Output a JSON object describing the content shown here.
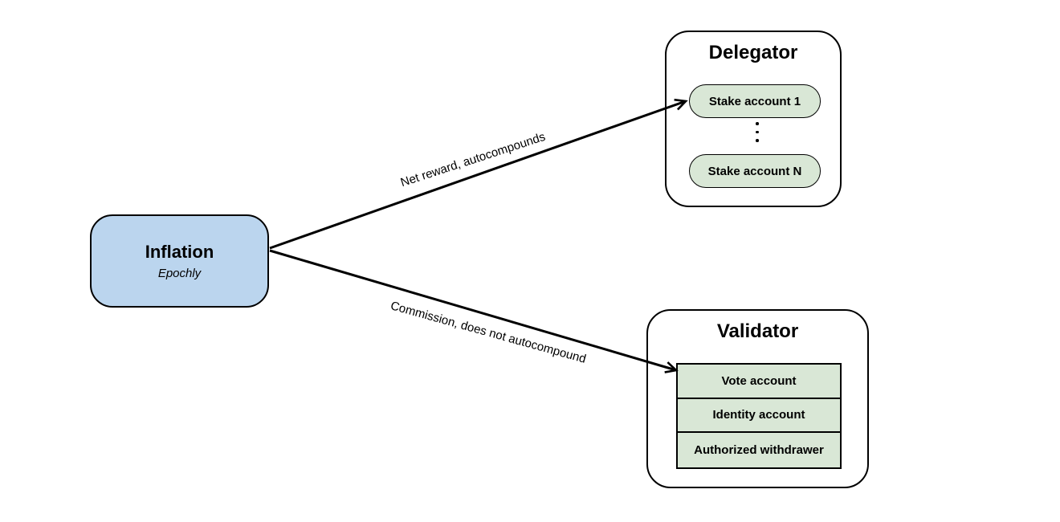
{
  "diagram": {
    "inflation": {
      "title": "Inflation",
      "subtitle": "Epochly"
    },
    "delegator": {
      "title": "Delegator",
      "stake_account_first": "Stake account 1",
      "stake_account_last": "Stake account N"
    },
    "validator": {
      "title": "Validator",
      "rows": [
        "Vote account",
        "Identity account",
        "Authorized withdrawer"
      ]
    },
    "edges": {
      "top_label": "Net reward, autocompounds",
      "bottom_label": "Commission, does not autocompound"
    },
    "colors": {
      "inflation_fill": "#BBD5EE",
      "account_fill": "#D9E7D6",
      "stroke": "#000000"
    }
  }
}
